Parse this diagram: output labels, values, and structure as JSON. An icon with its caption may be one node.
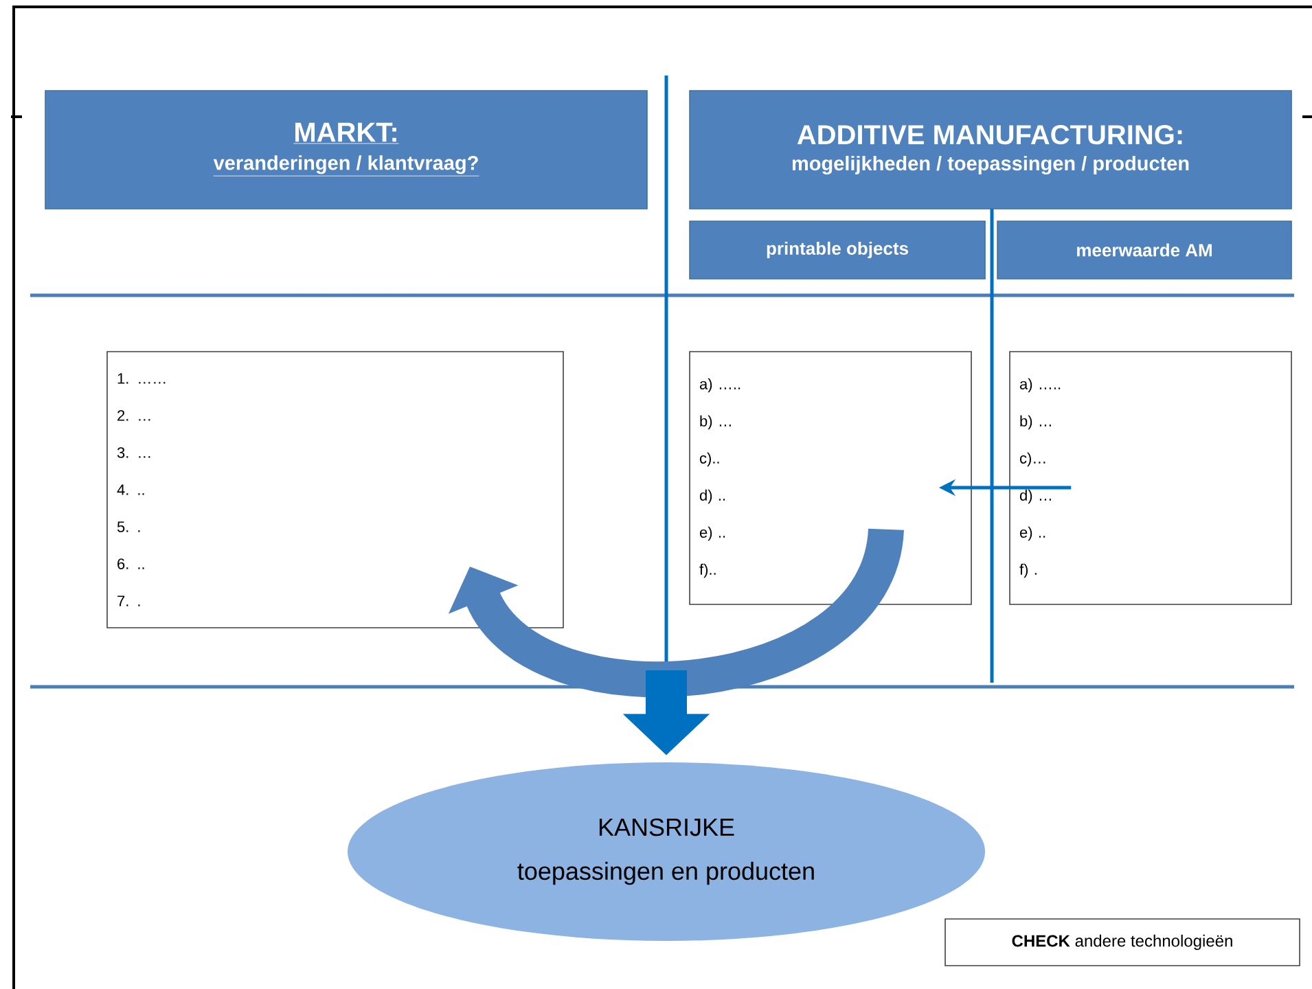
{
  "diagram": {
    "nodes": [
      {
        "text": [
          "MARKT:",
          "veranderingen / klantvraag?"
        ]
      },
      {
        "text": [
          "ADDITIVE MANUFACTURING:",
          "mogelijkheden / toepassingen / producten"
        ]
      },
      {
        "text": [
          "printable objects"
        ]
      },
      {
        "text": [
          "meerwaarde AM"
        ]
      },
      {
        "text": [
          "1. ……",
          "2. …",
          "3. …",
          "4. ..",
          "5. .",
          "6. ..",
          "7. ."
        ]
      },
      {
        "text": [
          "a) …..",
          "b) …",
          "c)..",
          "d) ..",
          "e) ..",
          "f).."
        ]
      },
      {
        "text": [
          "a) …..",
          "b) …",
          "c)…",
          "d) …",
          "e) ..",
          "f) ."
        ]
      },
      {
        "text": [
          "KANSRIJKE",
          "toepassingen en producten"
        ]
      },
      {
        "text": [
          "**CHECK** andere technologieën"
        ]
      }
    ],
    "edges": [
      {
        "from": 6,
        "to": 5,
        "arrow": "to"
      },
      {
        "from": 5,
        "to": 4,
        "arrow": "to",
        "color": "#4f81bd"
      },
      {
        "from": null,
        "to": 7,
        "arrow": "to"
      }
    ]
  }
}
